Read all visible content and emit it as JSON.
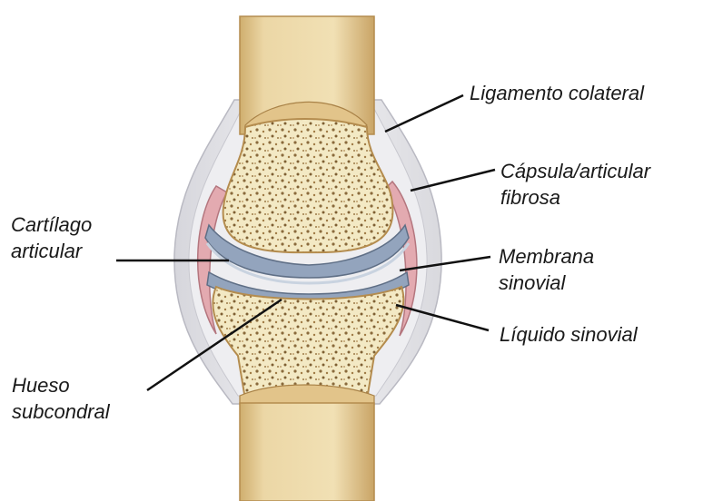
{
  "labels": {
    "ligamento_colateral": "Ligamento colateral",
    "capsula_line1": "Cápsula/articular",
    "capsula_line2": "fibrosa",
    "membrana_line1": "Membrana",
    "membrana_line2": "sinovial",
    "liquido_sinovial": "Líquido sinovial",
    "cartilago_line1": "Cartílago",
    "cartilago_line2": "articular",
    "hueso_line1": "Hueso",
    "hueso_line2": "subcondral"
  },
  "colors": {
    "bone_shaft": "#ecd7a6",
    "bone_edge": "#c79f5f",
    "spongy_bone": "#f3e9c4",
    "trabecula": "#8a6a3c",
    "cartilage": "#93a4bd",
    "synovial_membrane": "#e3aab0",
    "capsule": "#e6e6ea",
    "leader_line": "#111111"
  }
}
